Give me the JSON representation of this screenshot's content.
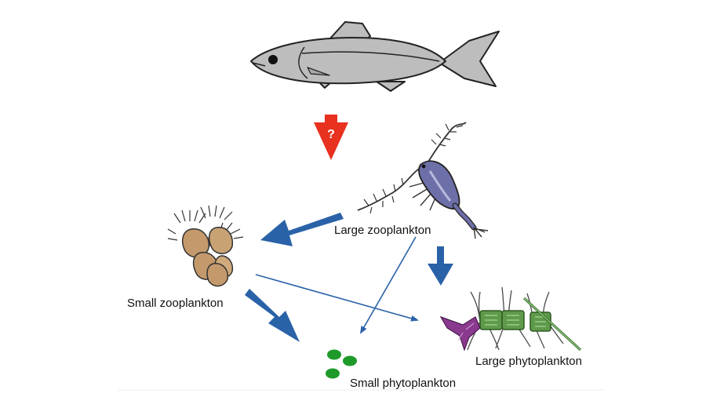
{
  "labels": {
    "large_zooplankton": "Large zooplankton",
    "small_zooplankton": "Small zooplankton",
    "small_phytoplankton": "Small phytoplankton",
    "large_phytoplankton": "Large phytoplankton",
    "question_mark": "?"
  },
  "colors": {
    "feeding_arrow": "#2a62a8",
    "unknown_link_arrow": "#e8311f",
    "fish_body": "#bdbdbd",
    "copepod_body": "#6d6fa8",
    "ciliate": "#c49a6c",
    "phyto_small": "#1d9a2a",
    "diatom": "#5e9a4a"
  },
  "icons": [
    "fish-icon",
    "copepod-icon",
    "ciliates-icon",
    "diatom-chain-icon",
    "small-phytoplankton-cells-icon"
  ]
}
